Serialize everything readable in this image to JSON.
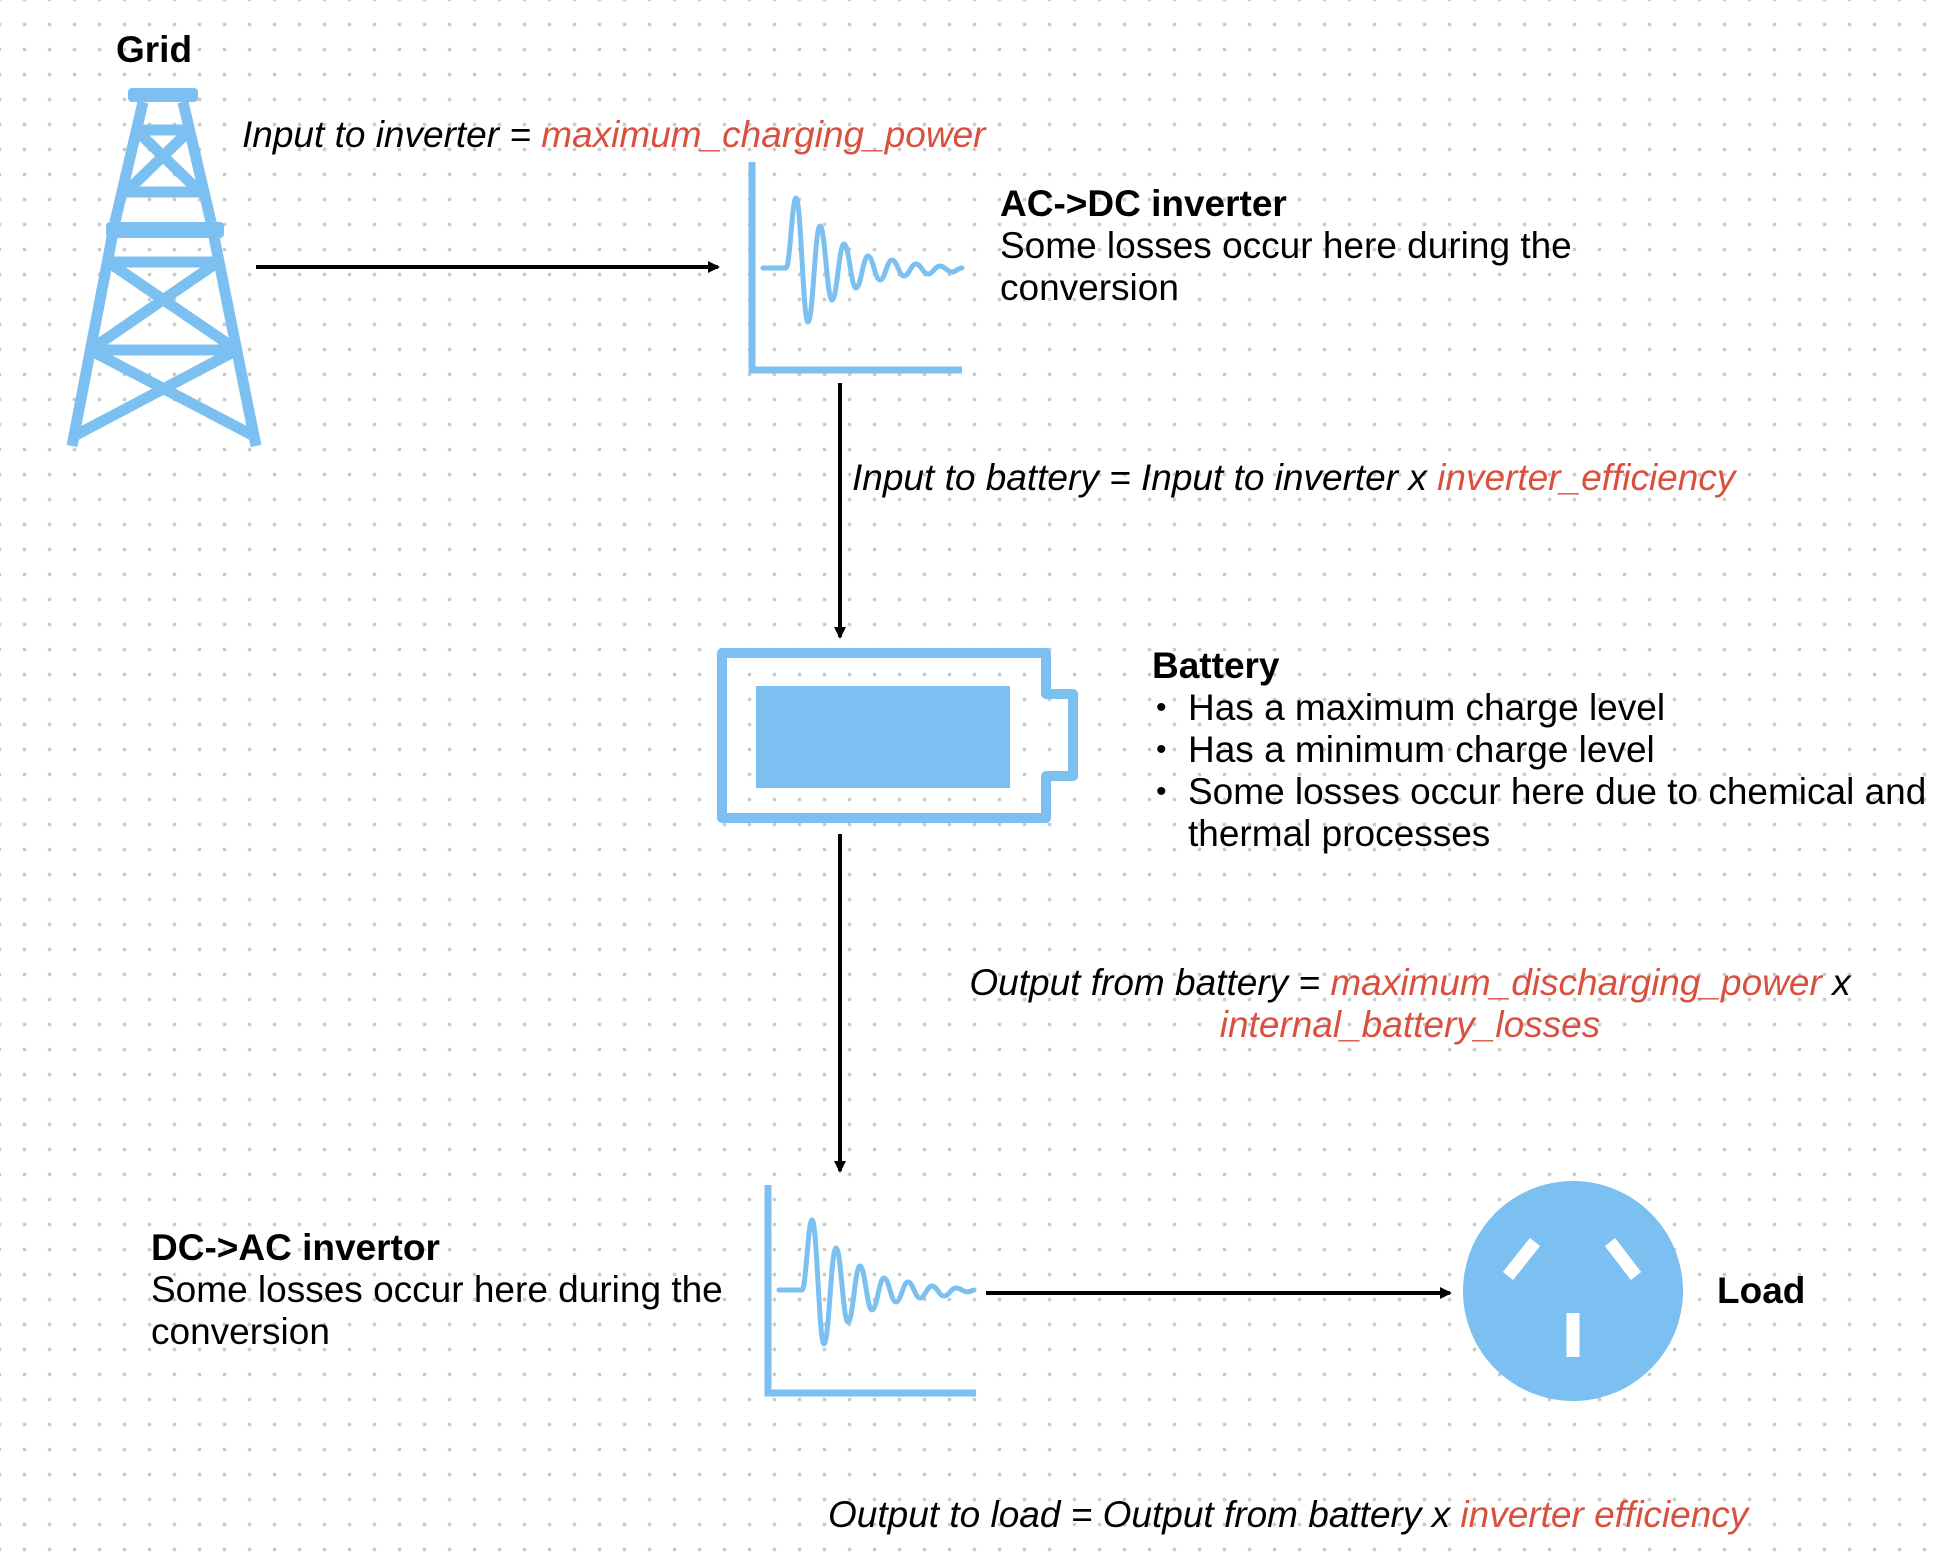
{
  "grid": {
    "label": "Grid"
  },
  "formula_input_inverter": {
    "text": "Input to inverter = ",
    "var": "maximum_charging_power"
  },
  "ac_dc_inverter": {
    "title": "AC->DC inverter",
    "desc_line1": "Some losses occur here during the",
    "desc_line2": "conversion"
  },
  "formula_input_battery": {
    "text": "Input to battery = Input to inverter x ",
    "var": "inverter_efficiency"
  },
  "battery": {
    "title": "Battery",
    "bullets": [
      "Has a maximum charge level",
      "Has a minimum charge level",
      "Some losses occur here due to chemical and",
      "thermal processes"
    ]
  },
  "formula_output_battery": {
    "text": "Output from battery = ",
    "var1": "maximum_discharging_power",
    "op": " x",
    "var2": "internal_battery_losses"
  },
  "dc_ac_invertor": {
    "title": "DC->AC invertor",
    "desc_line1": "Some losses occur here during the",
    "desc_line2": "conversion"
  },
  "load": {
    "label": "Load"
  },
  "formula_output_load": {
    "text": "Output to load = Output from battery x ",
    "var": "inverter efficiency"
  },
  "colors": {
    "icon_blue": "#7bc0f0",
    "formula_red": "#d9503e",
    "arrow": "#000000"
  },
  "icons": [
    "transmission-tower-icon",
    "inverter-waveform-icon",
    "battery-icon",
    "power-outlet-icon"
  ]
}
